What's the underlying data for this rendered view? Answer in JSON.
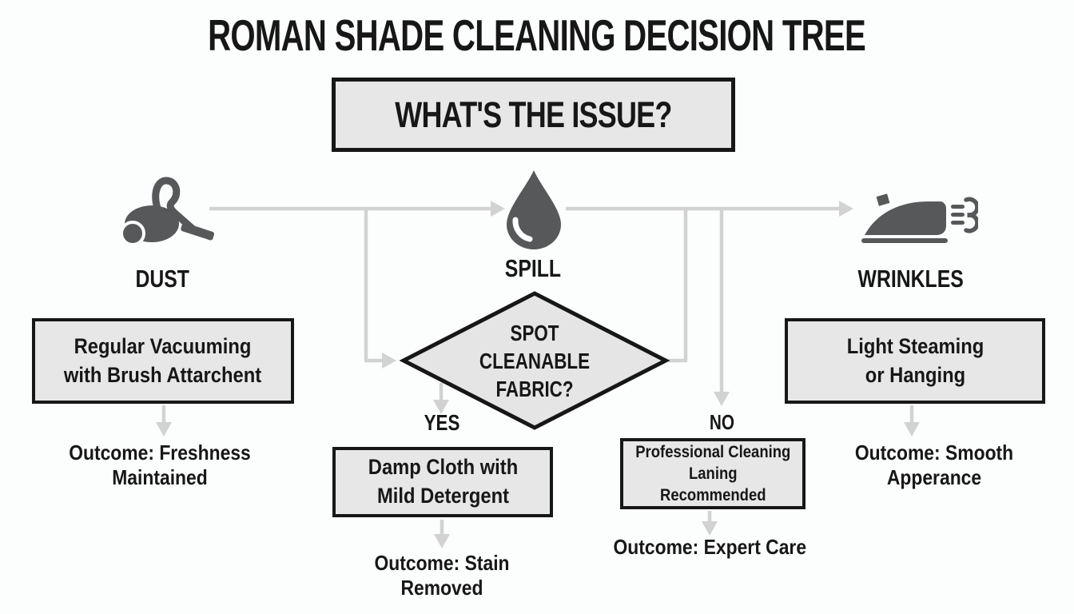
{
  "title": "ROMAN SHADE CLEANING DECISION TREE",
  "root_question": "WHAT'S THE ISSUE?",
  "branches": {
    "dust": {
      "label": "DUST",
      "icon": "vacuum-cleaner-icon",
      "action": "Regular Vacuuming\nwith Brush Attarchent",
      "outcome": "Outcome: Freshness Maintained"
    },
    "spill": {
      "label": "SPILL",
      "icon": "water-drop-icon",
      "decision": "SPOT CLEANABLE\nFABRIC?",
      "yes_label": "YES",
      "no_label": "NO",
      "yes": {
        "action": "Damp Cloth with\nMild Detergent",
        "outcome": "Outcome: Stain Removed"
      },
      "no": {
        "action": "Professional Cleaning\nLaning\nRecommended",
        "outcome": "Outcome: Expert Care"
      }
    },
    "wrinkles": {
      "label": "WRINKLES",
      "icon": "steam-iron-icon",
      "action": "Light Steaming\nor Hanging",
      "outcome": "Outcome: Smooth Apperance"
    }
  },
  "colors": {
    "background": "#fcfdfd",
    "box_fill": "#e7e7e7",
    "box_border": "#171717",
    "connector": "#d2d2d2",
    "icon": "#57585a",
    "text": "#171717"
  }
}
